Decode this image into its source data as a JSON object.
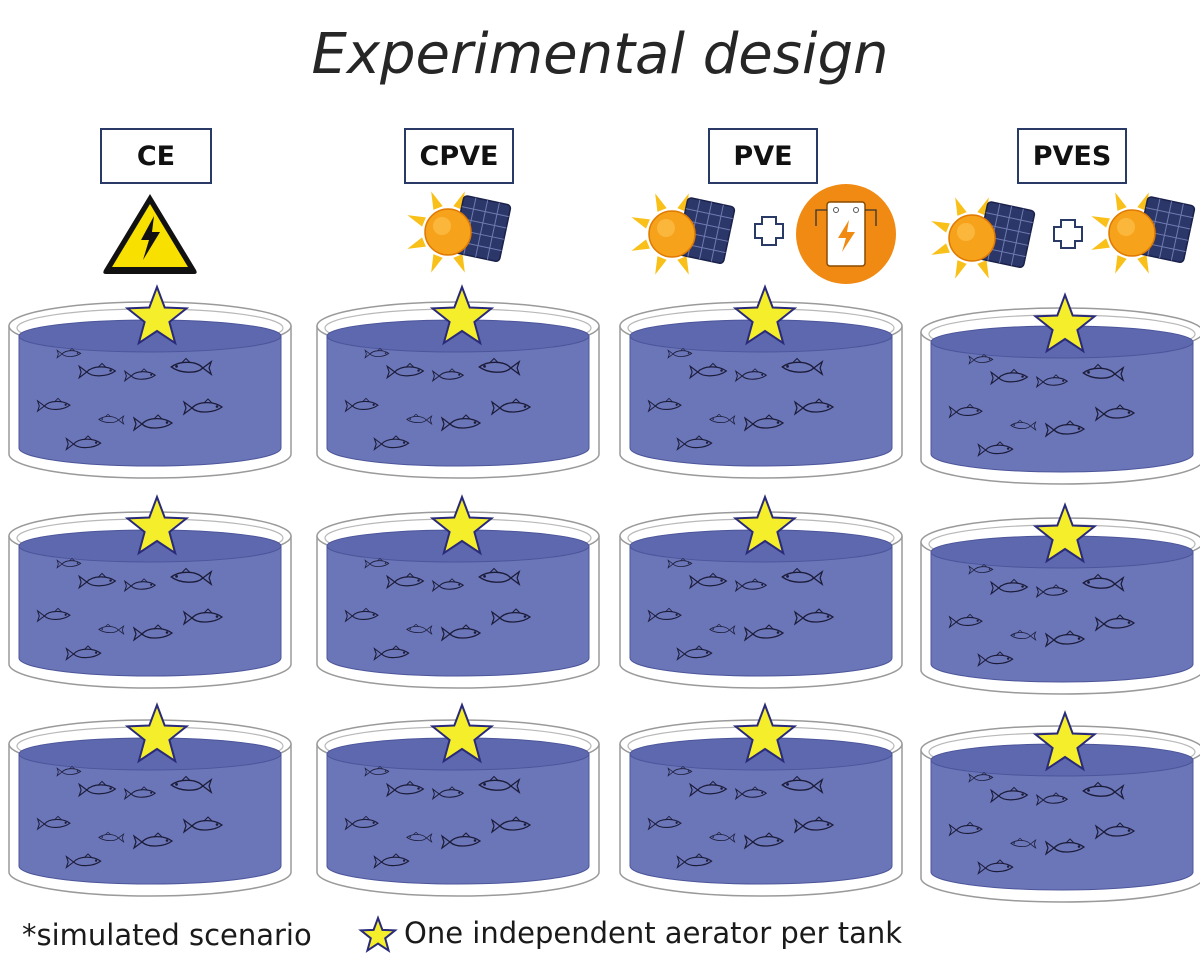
{
  "title": "Experimental design",
  "columns": [
    {
      "label": "CE",
      "power_icons": [
        "electricity-warning-icon"
      ]
    },
    {
      "label": "CPVE",
      "power_icons": [
        "solar-panel-icon"
      ]
    },
    {
      "label": "PVE",
      "power_icons": [
        "solar-panel-icon",
        "plus-icon",
        "battery-icon"
      ]
    },
    {
      "label": "PVES",
      "power_icons": [
        "solar-panel-icon",
        "plus-icon",
        "solar-panel-icon"
      ]
    }
  ],
  "rows_per_column": 3,
  "fish_per_tank": 9,
  "footnote": "*simulated scenario",
  "legend": {
    "icon": "star-icon",
    "text": "One independent aerator per tank"
  },
  "colors": {
    "water": "#6b76b8",
    "water_top": "#5d68ae",
    "star_fill": "#f5ee2a",
    "star_stroke": "#2a2a7a",
    "box_border": "#2a3a66",
    "sun": "#f7a21b",
    "sun_ray": "#f9c01a",
    "panel": "#2b3769",
    "battery_bg": "#f08a12",
    "hazard": "#f8e000"
  }
}
